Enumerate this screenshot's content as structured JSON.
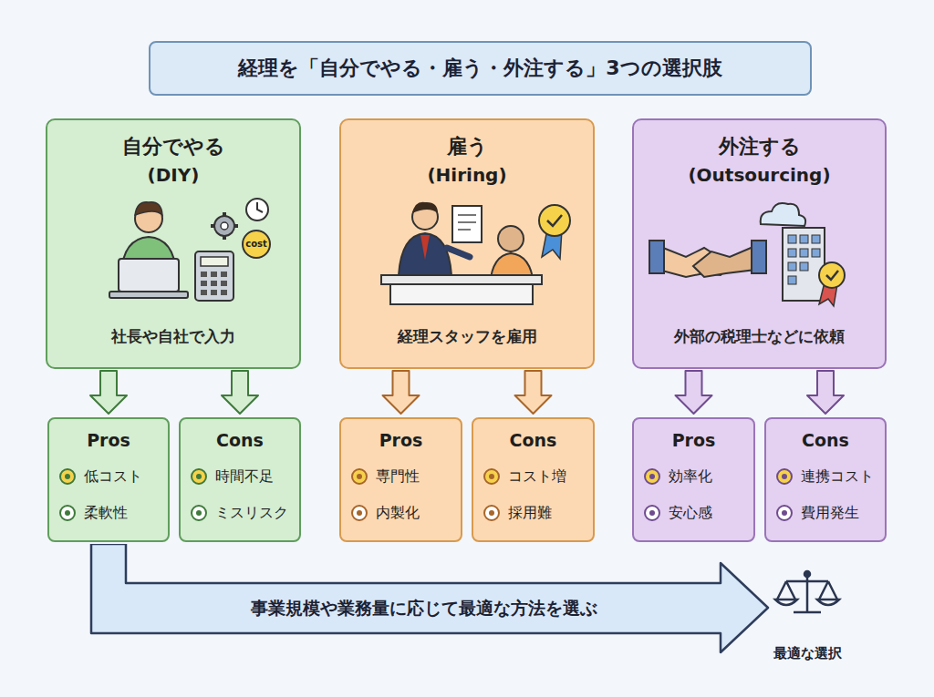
{
  "diagram": {
    "title": "経理を「自分でやる・雇う・外注する」3つの選択肢",
    "nodes": [
      {
        "text": [
          "自分でやる",
          "(DIY)",
          "社長や自社で入力"
        ]
      },
      {
        "text": [
          "Pros",
          "低コスト",
          "柔軟性"
        ]
      },
      {
        "text": [
          "Cons",
          "時間不足",
          "ミスリスク"
        ]
      },
      {
        "text": [
          "雇う",
          "(Hiring)",
          "経理スタッフを雇用"
        ]
      },
      {
        "text": [
          "Pros",
          "専門性",
          "内製化"
        ]
      },
      {
        "text": [
          "Cons",
          "コスト増",
          "採用難"
        ]
      },
      {
        "text": [
          "外注する",
          "(Outsourcing)",
          "外部の税理士などに依頼"
        ]
      },
      {
        "text": [
          "Pros",
          "効率化",
          "安心感"
        ]
      },
      {
        "text": [
          "Cons",
          "連携コスト",
          "費用発生"
        ]
      },
      {
        "text": [
          "事業規模や業務量に応じて最適な方法を選ぶ"
        ]
      }
    ],
    "edges": [
      {
        "from": 0,
        "to": 1,
        "arrow": "to"
      },
      {
        "from": 0,
        "to": 2,
        "arrow": "to"
      },
      {
        "from": 3,
        "to": 4,
        "arrow": "to"
      },
      {
        "from": 3,
        "to": 5,
        "arrow": "to"
      },
      {
        "from": 6,
        "to": 7,
        "arrow": "to"
      },
      {
        "from": 6,
        "to": 8,
        "arrow": "to"
      }
    ],
    "labels": [
      "cost",
      "最適な選択"
    ]
  }
}
